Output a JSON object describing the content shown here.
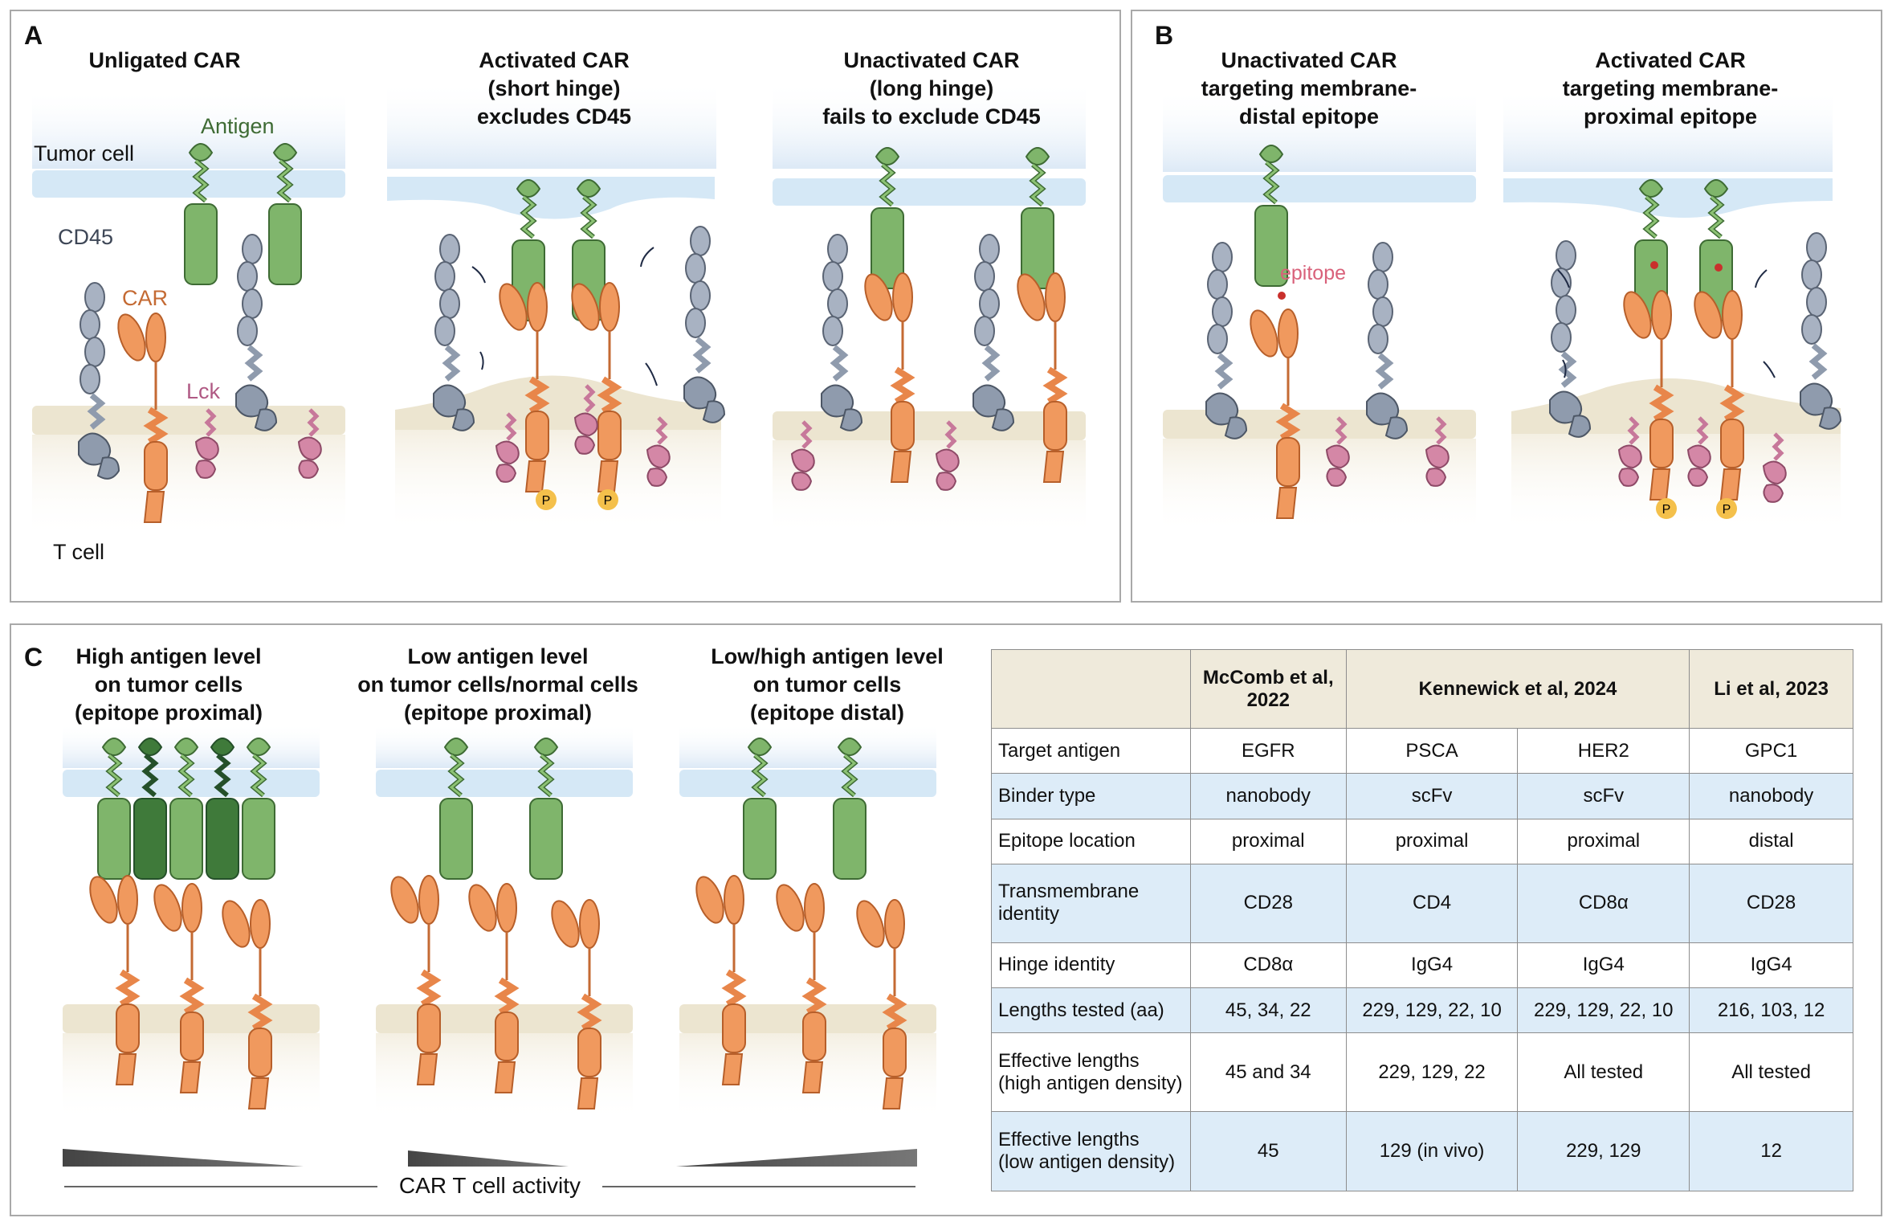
{
  "panel_a": {
    "label": "A",
    "titles": [
      "Unligated CAR",
      "Activated CAR\n(short hinge)\nexcludes CD45",
      "Unactivated CAR\n(long hinge)\nfails to exclude CD45"
    ],
    "labels": {
      "antigen": "Antigen",
      "tumor_cell": "Tumor cell",
      "cd45": "CD45",
      "car": "CAR",
      "lck": "Lck",
      "t_cell": "T cell",
      "p": "P"
    }
  },
  "panel_b": {
    "label": "B",
    "titles": [
      "Unactivated CAR\ntargeting membrane-\ndistal epitope",
      "Activated CAR\ntargeting membrane-\nproximal epitope"
    ],
    "labels": {
      "epitope": "epitope",
      "p": "P"
    }
  },
  "panel_c": {
    "label": "C",
    "titles": [
      "High antigen level\non tumor cells\n(epitope proximal)",
      "Low antigen level\non tumor cells/normal cells\n(epitope proximal)",
      "Low/high antigen level\non tumor cells\n(epitope distal)"
    ],
    "activity_label": "CAR T cell activity"
  },
  "table": {
    "headers": [
      "",
      "McComb et al,\n2022",
      "Kennewick et al, 2024",
      "Li et al, 2023"
    ],
    "rows": [
      {
        "label": "Target antigen",
        "cells": [
          "EGFR",
          "PSCA",
          "HER2",
          "GPC1"
        ]
      },
      {
        "label": "Binder type",
        "cells": [
          "nanobody",
          "scFv",
          "scFv",
          "nanobody"
        ]
      },
      {
        "label": "Epitope location",
        "cells": [
          "proximal",
          "proximal",
          "proximal",
          "distal"
        ]
      },
      {
        "label": "Transmembrane\nidentity",
        "cells": [
          "CD28",
          "CD4",
          "CD8α",
          "CD28"
        ]
      },
      {
        "label": "Hinge identity",
        "cells": [
          "CD8α",
          "IgG4",
          "IgG4",
          "IgG4"
        ]
      },
      {
        "label": "Lengths tested (aa)",
        "cells": [
          "45, 34, 22",
          "229, 129, 22, 10",
          "229, 129, 22, 10",
          "216, 103, 12"
        ]
      },
      {
        "label": "Effective lengths\n(high antigen density)",
        "cells": [
          "45 and 34",
          "229, 129, 22",
          "All tested",
          "All tested"
        ]
      },
      {
        "label": "Effective lengths\n(low antigen density)",
        "cells": [
          "45",
          "129 (in vivo)",
          "229, 129",
          "12"
        ]
      }
    ]
  },
  "colors": {
    "antigen_green": "#7fb56b",
    "antigen_dark_green": "#3f7a3a",
    "car_orange": "#f0995e",
    "cd45_gray": "#8f9bad",
    "lck_pink": "#d487a6",
    "phospho_yellow": "#f4c04b",
    "tumor_membrane": "#d5e8f6",
    "tcell_membrane": "#ece5d0",
    "table_header": "#efeadb",
    "table_blue_row": "#ddecf8"
  }
}
